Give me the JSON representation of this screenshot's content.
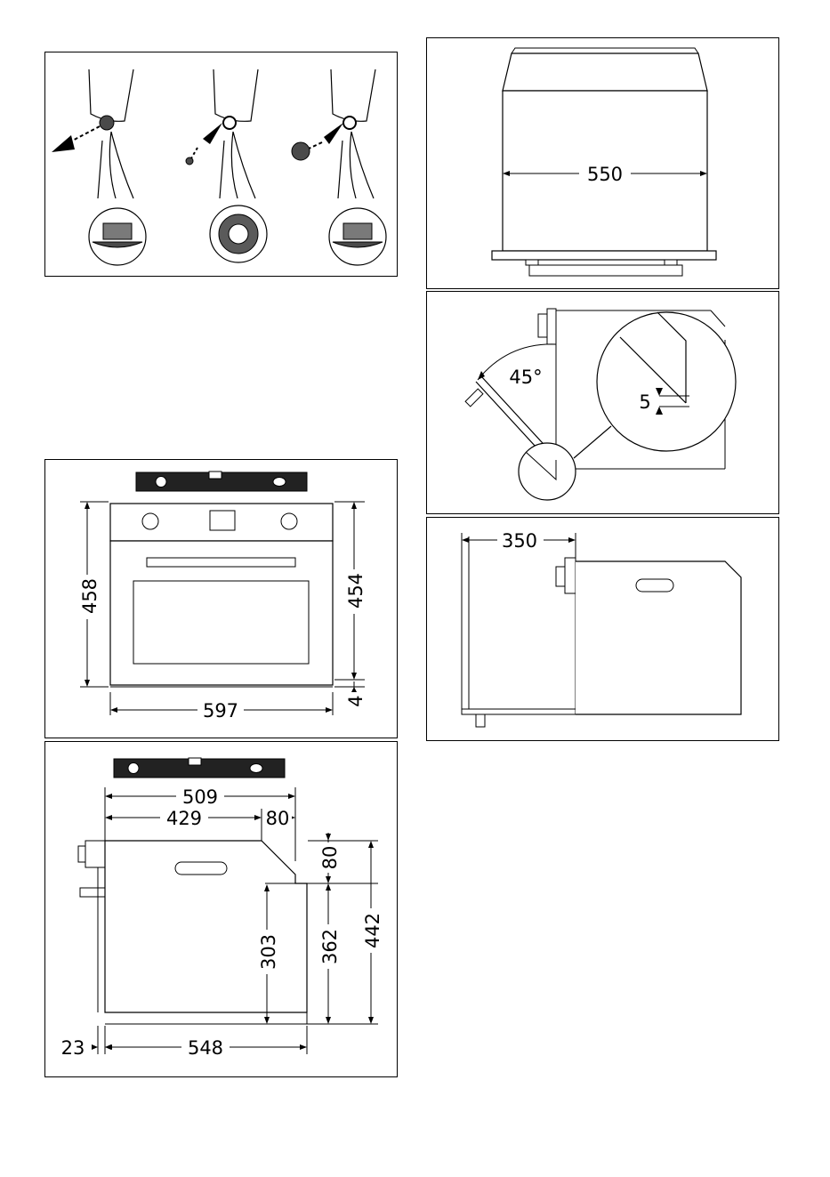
{
  "colors": {
    "line": "#000000",
    "background": "#ffffff",
    "fill_grey": "#4a4a4a"
  },
  "panel_hinge_caps": {
    "icons": [
      "hinge-cap-remove-icon",
      "screw-insert-icon",
      "cap-refit-icon"
    ]
  },
  "panel_front": {
    "height_outer": "458",
    "height_inner": "454",
    "width": "597",
    "bottom_gap": "4",
    "icons": [
      "spirit-level-icon",
      "control-knob-icon",
      "display-icon"
    ]
  },
  "panel_side": {
    "depth_total": "509",
    "depth_body": "429",
    "step_width": "80",
    "step_height": "80",
    "front_offset": "23",
    "depth_bottom": "548",
    "h_303": "303",
    "h_362": "362",
    "h_442": "442",
    "icons": [
      "spirit-level-icon"
    ]
  },
  "panel_niche": {
    "width": "550"
  },
  "panel_door": {
    "angle": "45°",
    "gap": "5"
  },
  "panel_clearance": {
    "depth": "350"
  }
}
